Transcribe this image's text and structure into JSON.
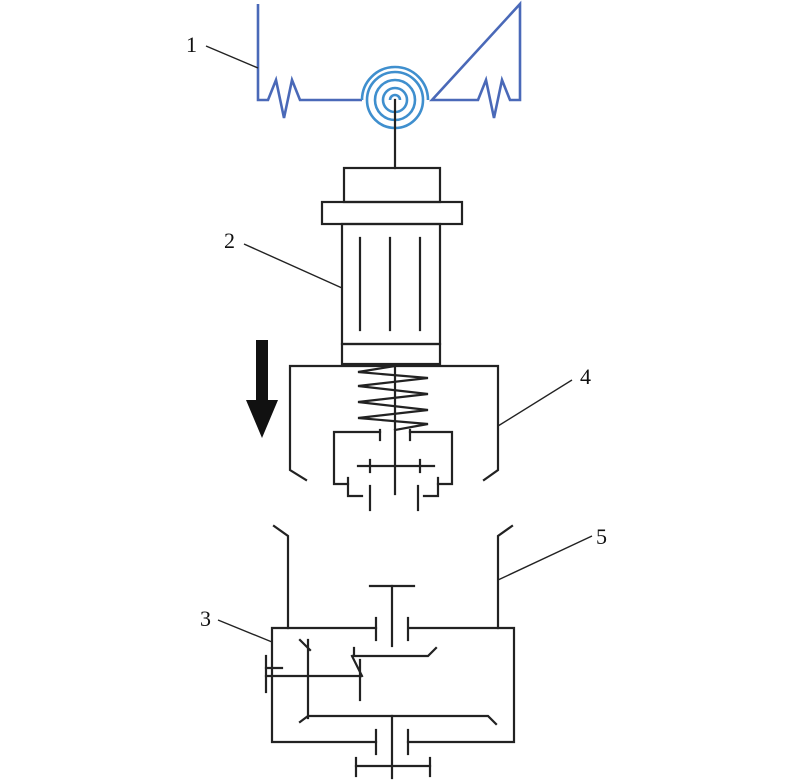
{
  "labels": {
    "l1": "1",
    "l2": "2",
    "l3": "3",
    "l4": "4",
    "l5": "5"
  },
  "colors": {
    "frame": "#4a69b8",
    "spiral": "#3f8fce",
    "line": "#222222",
    "arrow": "#111111"
  }
}
